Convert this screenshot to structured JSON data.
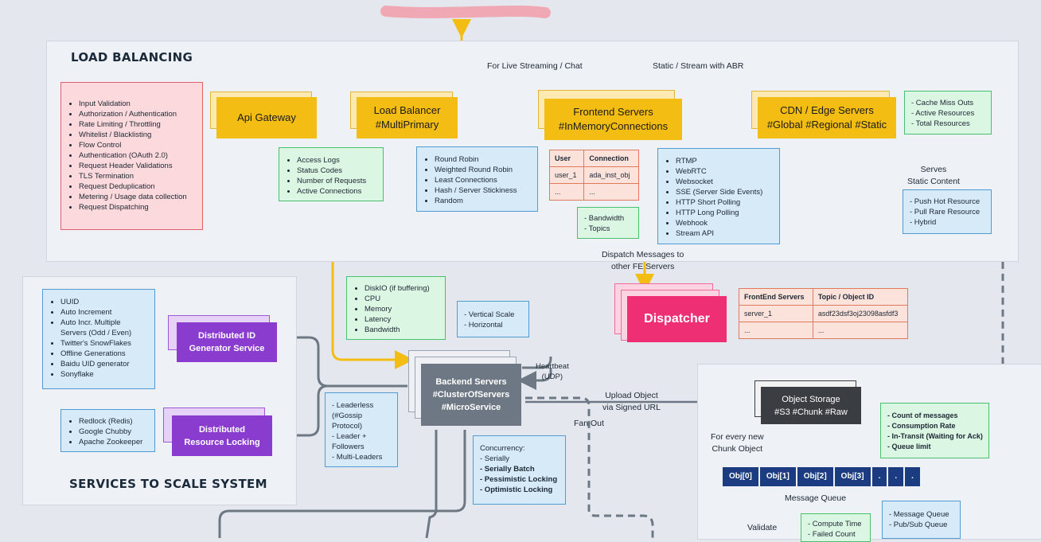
{
  "sections": {
    "load_balancing": "LOAD BALANCING",
    "services_to_scale": "SERVICES TO SCALE SYSTEM"
  },
  "nodes": {
    "api_gateway": "Api Gateway",
    "load_balancer": "Load Balancer\n#MultiPrimary",
    "frontend_servers": "Frontend Servers\n#InMemoryConnections",
    "cdn": "CDN / Edge Servers\n#Global #Regional #Static",
    "dispatcher": "Dispatcher",
    "distributed_id": "Distributed ID\nGenerator Service",
    "distributed_locking": "Distributed\nResource Locking",
    "backend_servers": "Backend Servers\n#ClusterOfServers\n#MicroService",
    "object_storage": "Object Storage\n#S3 #Chunk #Raw"
  },
  "notes": {
    "api_gateway_features": [
      "Input Validation",
      "Authorization / Authentication",
      "Rate Limiting / Throttling",
      "Whitelist / Blacklisting",
      "Flow Control",
      "Authentication (OAuth 2.0)",
      "Request Header Validations",
      "TLS Termination",
      "Request Deduplication",
      "Metering / Usage data collection",
      "Request Dispatching"
    ],
    "lb_metrics": [
      "Access Logs",
      "Status Codes",
      "Number of Requests",
      "Active Connections"
    ],
    "lb_algorithms": [
      "Round Robin",
      "Weighted Round Robin",
      "Least Connections",
      "Hash / Server Stickiness",
      "Random"
    ],
    "fe_metrics": [
      "- Bandwidth",
      "- Topics"
    ],
    "fe_protocols": [
      "RTMP",
      "WebRTC",
      "Websocket",
      "SSE (Server Side Events)",
      "HTTP Short Polling",
      "HTTP Long Polling",
      "Webhook",
      "Stream API"
    ],
    "cdn_metrics": [
      "- Cache Miss Outs",
      "- Active Resources",
      "- Total Resources"
    ],
    "cdn_strategies": [
      "- Push Hot Resource",
      "- Pull Rare Resource",
      "- Hybrid"
    ],
    "id_strategies": [
      "UUID",
      "Auto Increment",
      "Auto Incr. Multiple Servers (Odd / Even)",
      "Twitter's SnowFlakes",
      "Offline Generations",
      "Baidu UID generator",
      "Sonyflake"
    ],
    "lock_tools": [
      "Redlock (Redis)",
      "Google Chubby",
      "Apache Zookeeper"
    ],
    "scaling_metrics": [
      "DiskIO (if buffering)",
      "CPU",
      "Memory",
      "Latency",
      "Bandwidth"
    ],
    "scale_types": [
      "- Vertical Scale",
      "- Horizontal"
    ],
    "cluster_modes": [
      "- Leaderless (#Gossip Protocol)",
      "- Leader + Followers",
      "- Multi-Leaders"
    ],
    "concurrency_title": "Concurrency:",
    "concurrency": [
      "- Serially",
      "- Serially Batch",
      "- Pessimistic Locking",
      "- Optimistic Locking"
    ],
    "queue_metrics": [
      "- Count of messages",
      "- Consumption Rate",
      "- In-Transit (Waiting for Ack)",
      "- Queue limit"
    ],
    "queue_types": [
      "- Message Queue",
      "- Pub/Sub Queue"
    ],
    "compute_metrics": [
      "- Compute Time",
      "- Failed Count"
    ]
  },
  "labels": {
    "live_streaming": "For Live Streaming / Chat",
    "static_stream": "Static / Stream with ABR",
    "dispatch_messages": "Dispatch Messages to\nother FE Servers",
    "serves_static": "Serves\nStatic Content",
    "heartbeat": "Heartbeat\n(UDP)",
    "upload_object": "Upload Object\nvia Signed URL",
    "fan_out": "Fan Out",
    "every_chunk": "For every new\nChunk Object",
    "message_queue": "Message Queue",
    "validate": "Validate"
  },
  "tables": {
    "connections": {
      "headers": [
        "User",
        "Connection"
      ],
      "rows": [
        [
          "user_1",
          "ada_inst_obj"
        ],
        [
          "...",
          "..."
        ]
      ]
    },
    "topics": {
      "headers": [
        "FrontEnd Servers",
        "Topic / Object ID"
      ],
      "rows": [
        [
          "server_1",
          "asdf23dsf3oj23098asfdf3"
        ],
        [
          "...",
          "..."
        ]
      ]
    }
  },
  "queue_items": [
    "Obj[0]",
    "Obj[1]",
    "Obj[2]",
    "Obj[3]",
    ".",
    ".",
    "."
  ],
  "colors": {
    "arrow_yellow": "#f3bd14",
    "arrow_gray": "#6d7884",
    "dispatcher": "#ef2f74",
    "queue": "#1b3c80"
  }
}
